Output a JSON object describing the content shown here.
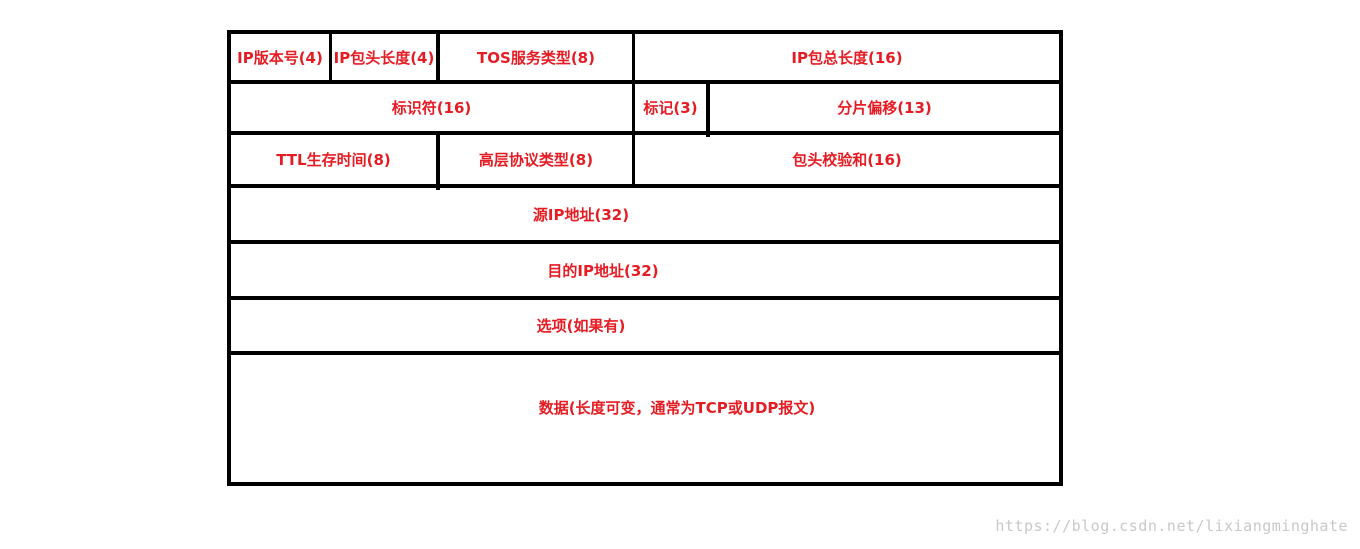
{
  "header_fields": {
    "ip_version": "IP版本号(4)",
    "header_length": "IP包头长度(4)",
    "tos": "TOS服务类型(8)",
    "total_length": "IP包总长度(16)",
    "identification": "标识符(16)",
    "flags": "标记(3)",
    "fragment_offset": "分片偏移(13)",
    "ttl": "TTL生存时间(8)",
    "protocol": "高层协议类型(8)",
    "checksum": "包头校验和(16)",
    "source_ip": "源IP地址(32)",
    "dest_ip": "目的IP地址(32)",
    "options": "选项(如果有)",
    "data": "数据(长度可变，通常为TCP或UDP报文)"
  },
  "colors": {
    "label": "#e51c23",
    "border": "#000000"
  },
  "watermark": "https://blog.csdn.net/lixiangminghate"
}
